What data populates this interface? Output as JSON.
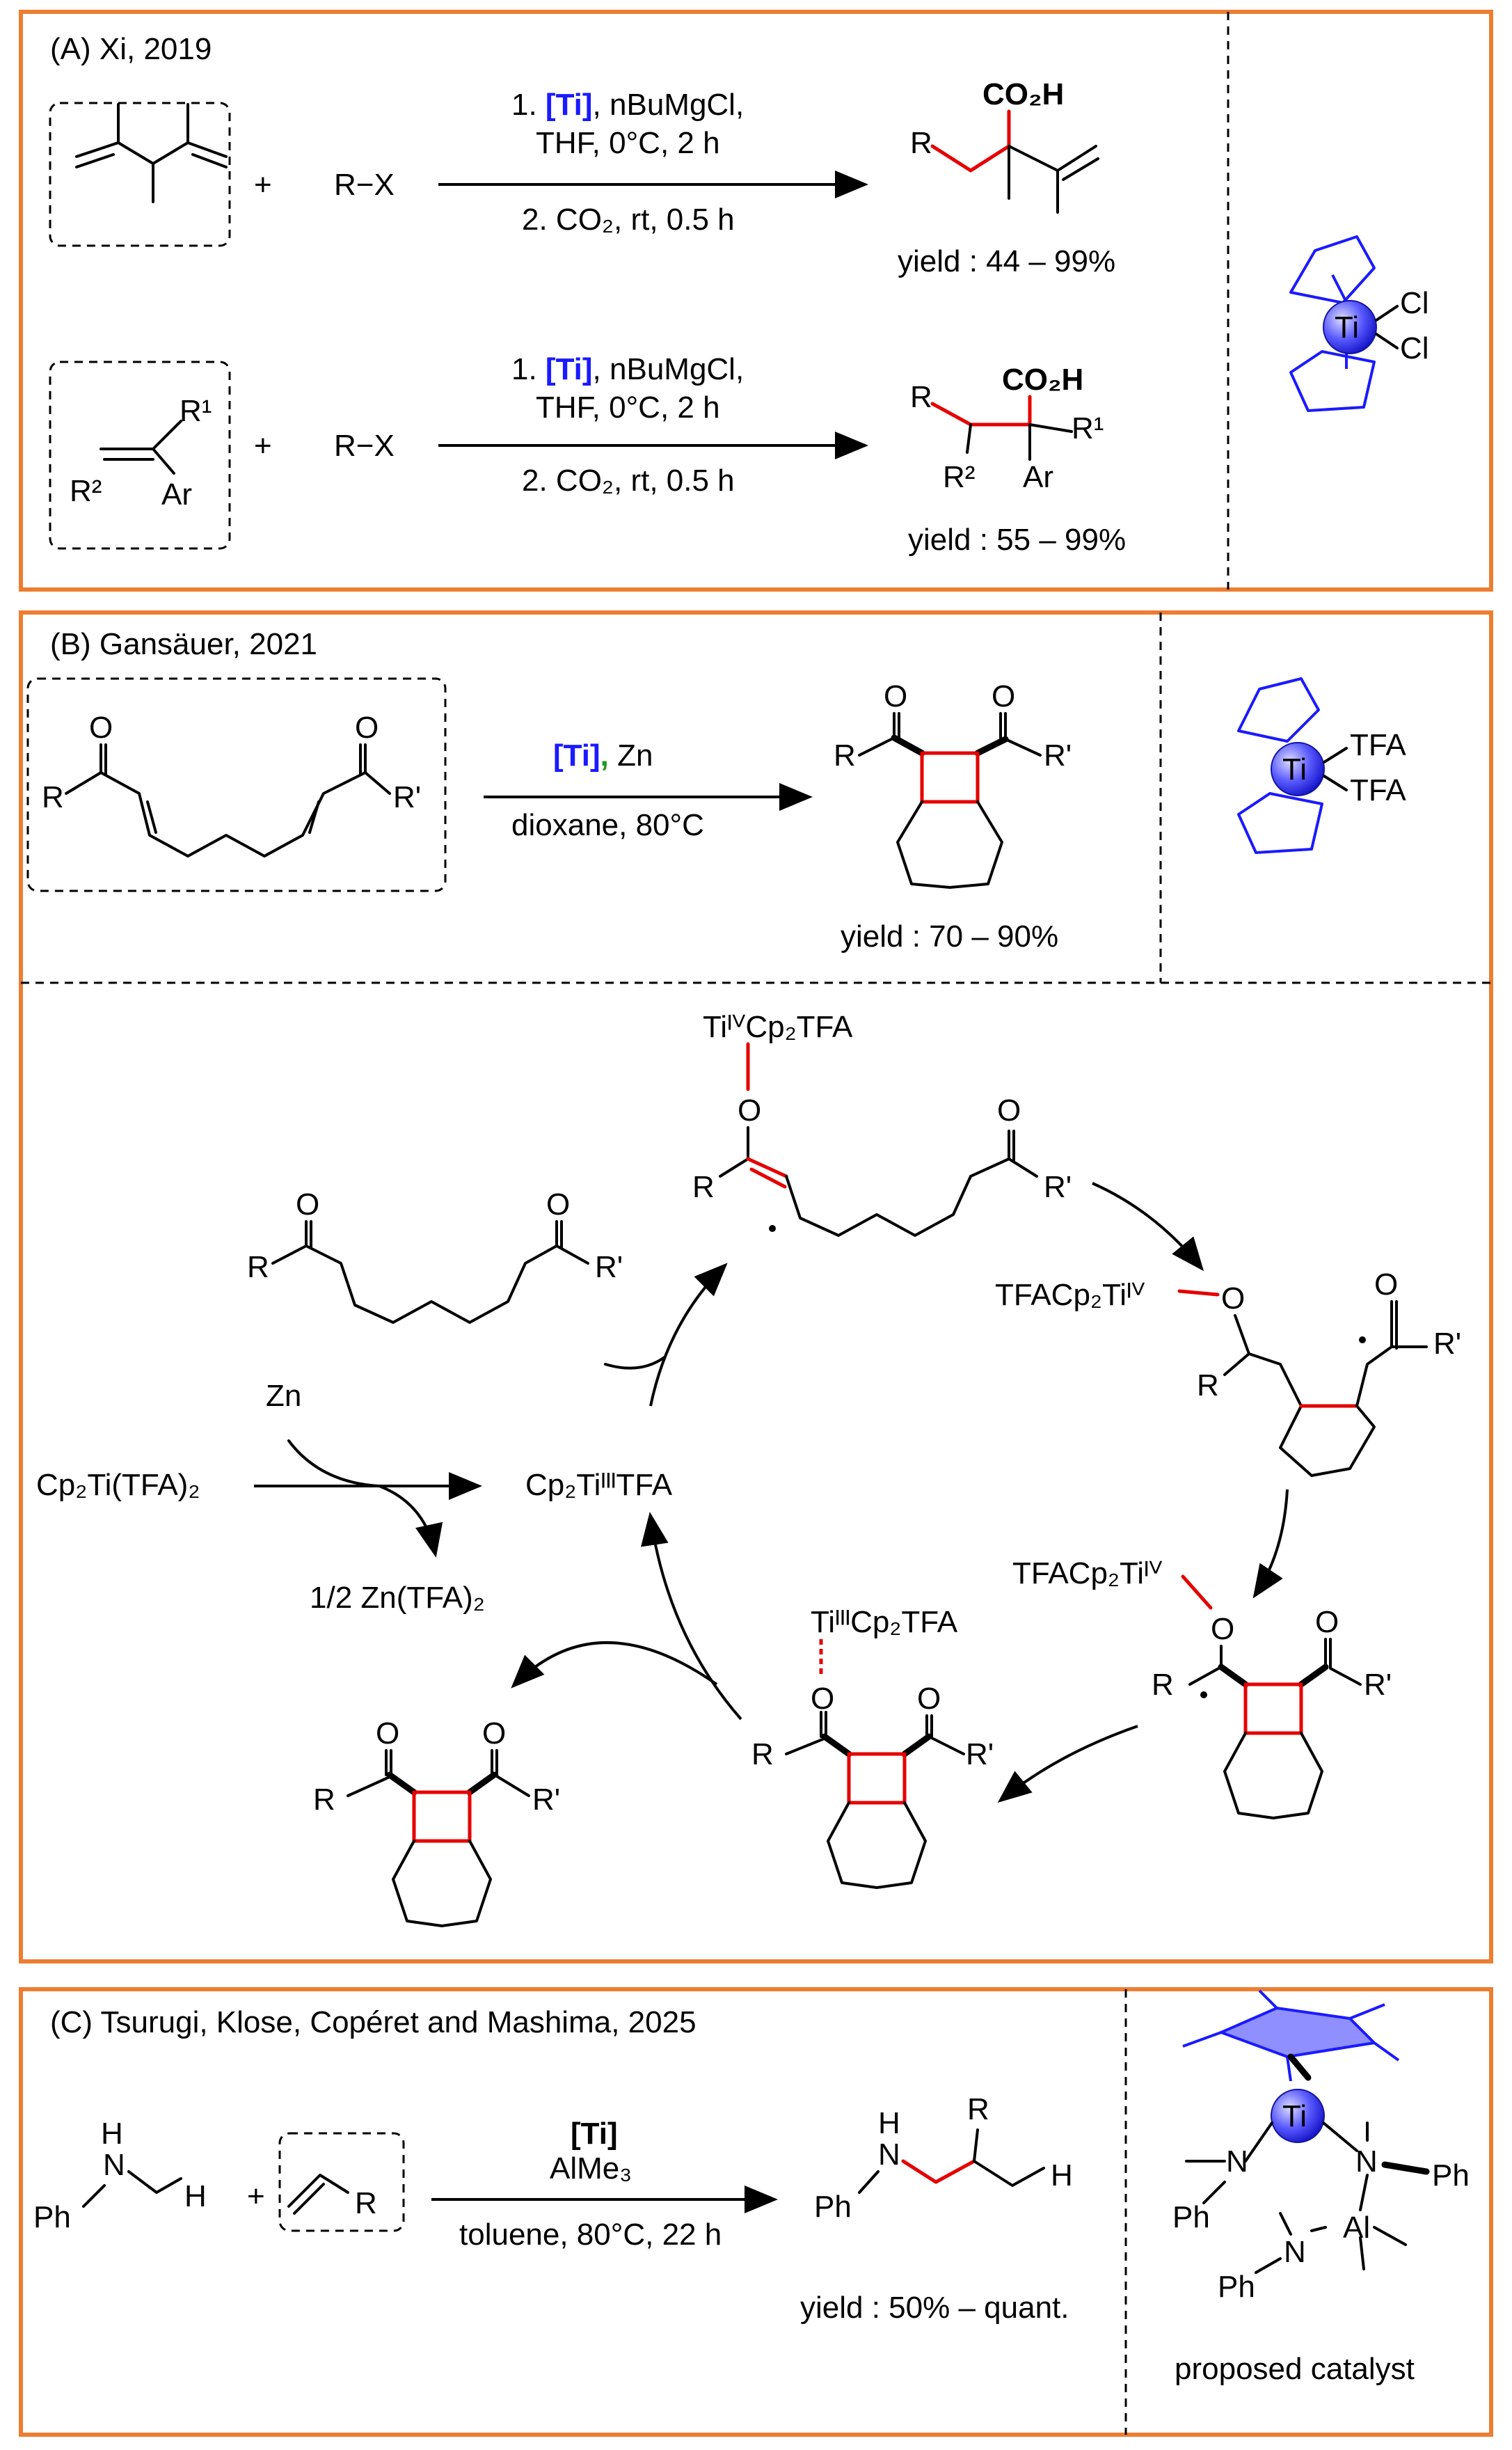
{
  "colors": {
    "panel_border": "#ec7d31",
    "red_bond": "#e60000",
    "ti_blue": "#1a1aff",
    "tfa_green": "#1d9a1d"
  },
  "panelA": {
    "header": "(A)  Xi, 2019",
    "row1": {
      "reagent": "R−X",
      "plus": "+",
      "cond1_prefix": "1. ",
      "cond1_ti": "[Ti]",
      "cond1_rest": ", nBuMgCl,",
      "cond2": "THF, 0°C, 2 h",
      "cond3": "2. CO₂, rt, 0.5 h",
      "product_acid": "CO₂H",
      "product_r": "R",
      "yield": "yield : 44 – 99%"
    },
    "row2": {
      "reagent": "R−X",
      "plus": "+",
      "cond1_prefix": "1. ",
      "cond1_ti": "[Ti]",
      "cond1_rest": ", nBuMgCl,",
      "cond2": "THF, 0°C, 2 h",
      "cond3": "2. CO₂, rt, 0.5 h",
      "sub_r1": "R¹",
      "sub_r2": "R²",
      "sub_ar": "Ar",
      "product_acid": "CO₂H",
      "product_r": "R",
      "product_r1": "R¹",
      "product_r2": "R²",
      "product_ar": "Ar",
      "yield": "yield : 55 – 99%"
    },
    "catalyst": {
      "metal": "Ti",
      "ligand1": "Cl",
      "ligand2": "Cl"
    }
  },
  "panelB": {
    "header": "(B)  Gansäuer, 2021",
    "cond_ti": "[Ti]",
    "cond_comma": ",",
    "cond_rest": " Zn",
    "cond2": "dioxane, 80°C",
    "yield": "yield : 70 – 90%",
    "substrate_r": "R",
    "substrate_rp": "R'",
    "oxygen": "O",
    "catalyst": {
      "metal": "Ti",
      "ligand1": "TFA",
      "ligand2": "TFA"
    },
    "cycle": {
      "precursor": "Cp₂Ti(TFA)₂",
      "zn": "Zn",
      "zn_byproduct": "1/2 Zn(TFA)₂",
      "active": "Cp₂TiᴵᴵᴵTFA",
      "int1_ti": "TiᴵⱽCp₂TFA",
      "int2_ti": "TFACp₂Tiᴵⱽ",
      "int3_ti": "TFACp₂Tiᴵⱽ",
      "int4_ti": "TiᴵᴵᴵCp₂TFA"
    }
  },
  "panelC": {
    "header": "(C)  Tsurugi, Klose, Copéret and Mashima, 2025",
    "amine_h": "H",
    "amine_n": "N",
    "amine_ph": "Ph",
    "plus": "+",
    "alkene_r": "R",
    "cond_ti": "[Ti]",
    "cond2": "AlMe₃",
    "cond3": "toluene, 80°C, 22 h",
    "product_r": "R",
    "product_h": "H",
    "yield": "yield : 50% – quant.",
    "catalyst": {
      "metal": "Ti",
      "n": "N",
      "ph": "Ph",
      "al": "Al",
      "label": "proposed catalyst"
    }
  }
}
